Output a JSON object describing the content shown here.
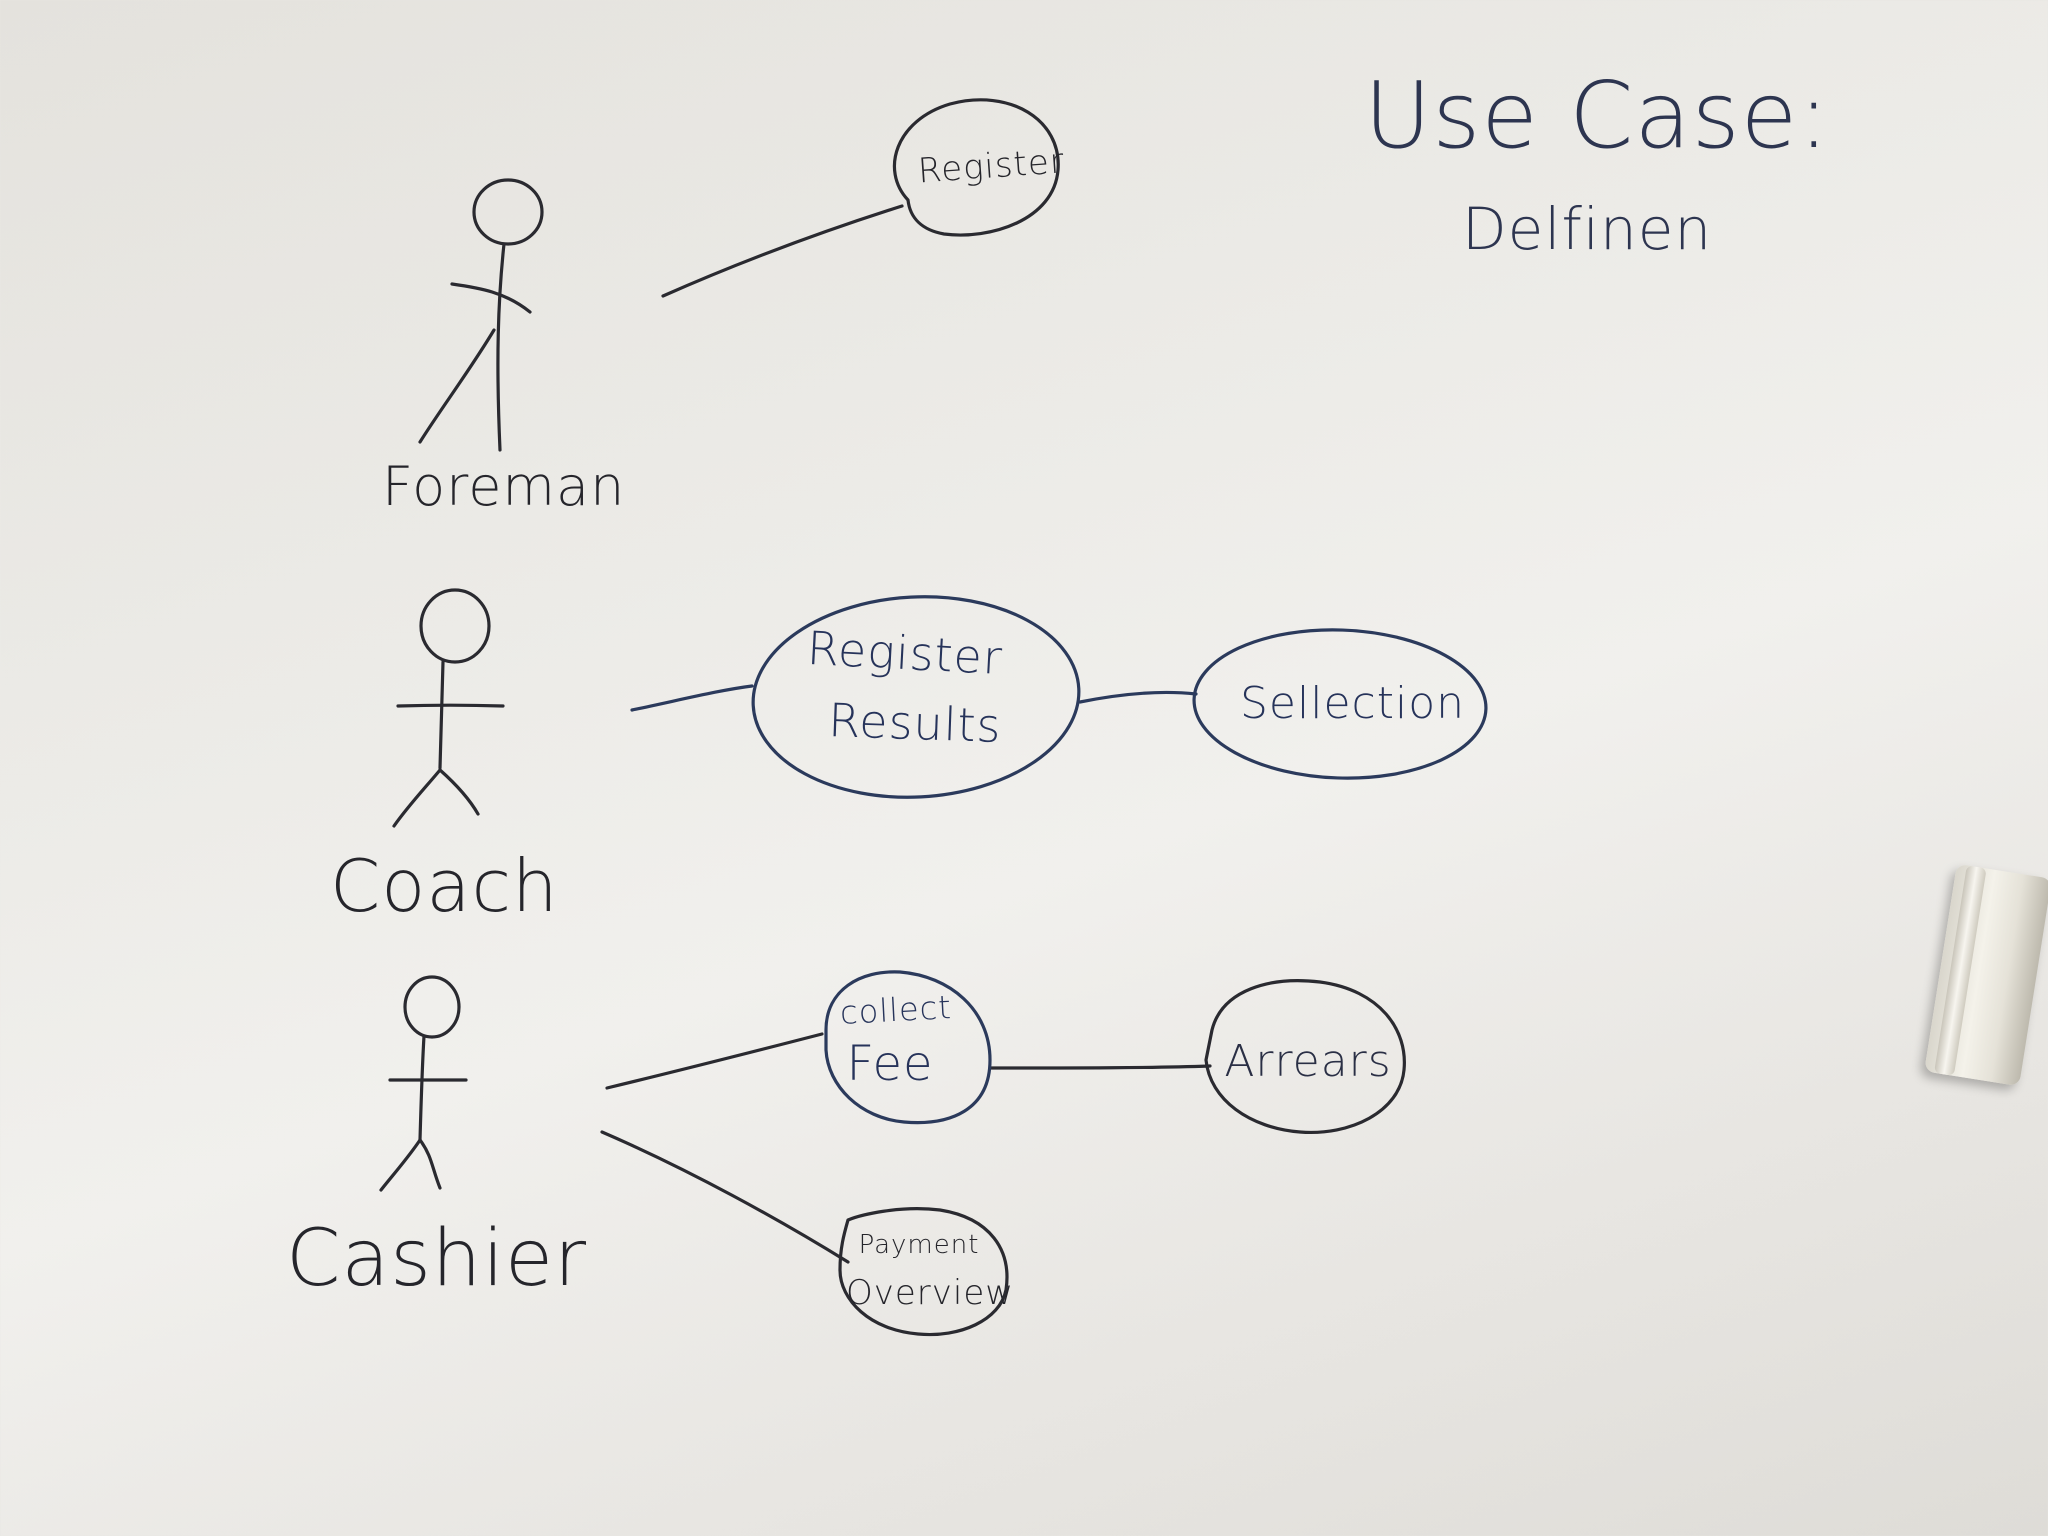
{
  "title": {
    "line1": "Use Case:",
    "line2": "Delfinen"
  },
  "actors": [
    {
      "id": "foreman",
      "label": "Foreman"
    },
    {
      "id": "coach",
      "label": "Coach"
    },
    {
      "id": "cashier",
      "label": "Cashier"
    }
  ],
  "use_cases": {
    "register": {
      "label": "Register"
    },
    "register_results": {
      "line1": "Register",
      "line2": "Results"
    },
    "sellection": {
      "label": "Sellection"
    },
    "collect_fee": {
      "line1": "collect",
      "line2": "Fee"
    },
    "arrears": {
      "label": "Arrears"
    },
    "payment_overview": {
      "line1": "Payment",
      "line2": "Overview"
    }
  },
  "associations": [
    [
      "foreman",
      "register"
    ],
    [
      "coach",
      "register_results"
    ],
    [
      "register_results",
      "sellection"
    ],
    [
      "cashier",
      "collect_fee"
    ],
    [
      "collect_fee",
      "arrears"
    ],
    [
      "cashier",
      "payment_overview"
    ]
  ],
  "colors": {
    "board": "#ecebe7",
    "marker_black": "#2a2a30",
    "marker_blue": "#2b3a5c"
  }
}
